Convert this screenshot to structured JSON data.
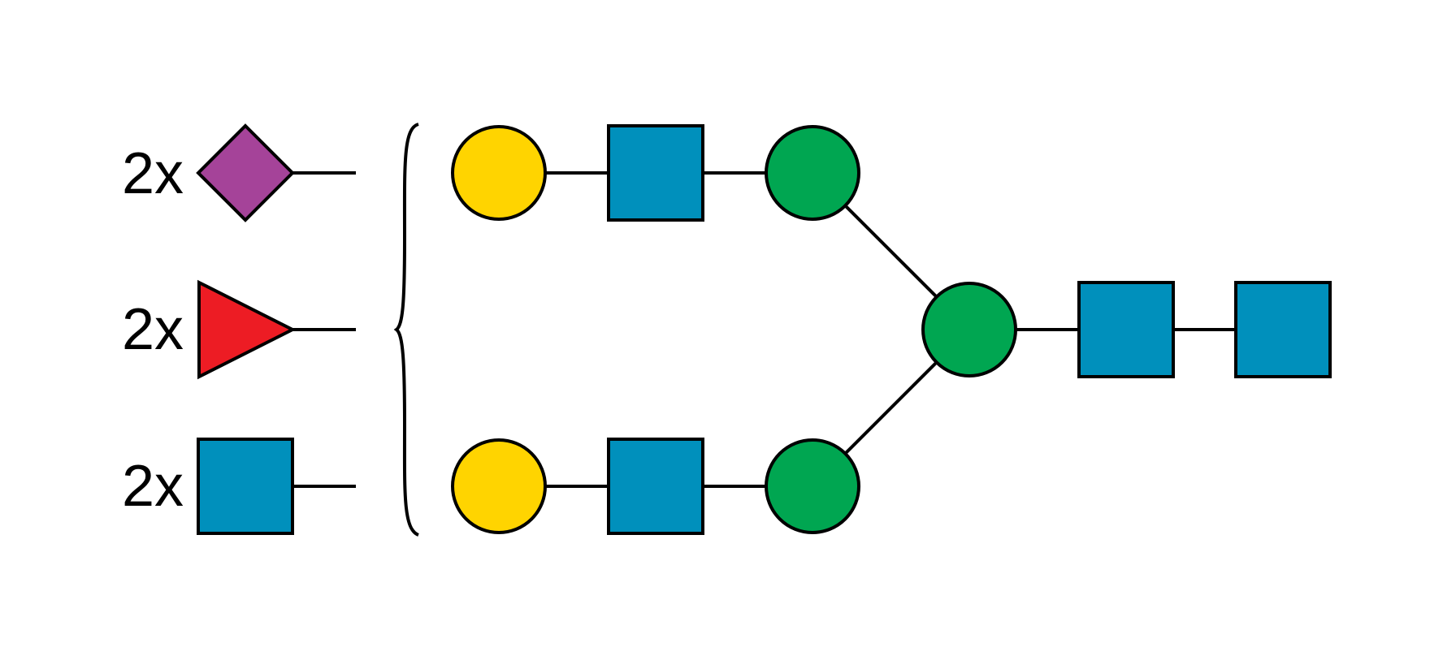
{
  "colors": {
    "galactose": "#FFD400",
    "glcnac": "#0090BC",
    "mannose": "#00A651",
    "neuac": "#A54399",
    "fucose": "#ED1C24",
    "stroke": "#000000",
    "background": "#FFFFFF"
  },
  "legend": [
    {
      "count": "2x",
      "shape": "diamond",
      "icon": "neuac-diamond-icon",
      "color_key": "neuac"
    },
    {
      "count": "2x",
      "shape": "triangle",
      "icon": "fucose-triangle-icon",
      "color_key": "fucose"
    },
    {
      "count": "2x",
      "shape": "square",
      "icon": "glcnac-square-icon",
      "color_key": "glcnac"
    }
  ],
  "residues": [
    {
      "id": "gal-top",
      "shape": "circle",
      "color_key": "galactose"
    },
    {
      "id": "glcnac-top",
      "shape": "square",
      "color_key": "glcnac"
    },
    {
      "id": "man-top",
      "shape": "circle",
      "color_key": "mannose"
    },
    {
      "id": "man-core",
      "shape": "circle",
      "color_key": "mannose"
    },
    {
      "id": "glcnac-core-1",
      "shape": "square",
      "color_key": "glcnac"
    },
    {
      "id": "glcnac-core-2",
      "shape": "square",
      "color_key": "glcnac"
    },
    {
      "id": "gal-bottom",
      "shape": "circle",
      "color_key": "galactose"
    },
    {
      "id": "glcnac-bottom",
      "shape": "square",
      "color_key": "glcnac"
    },
    {
      "id": "man-bottom",
      "shape": "circle",
      "color_key": "mannose"
    }
  ],
  "linkages": [
    [
      "gal-top",
      "glcnac-top"
    ],
    [
      "glcnac-top",
      "man-top"
    ],
    [
      "man-top",
      "man-core"
    ],
    [
      "man-core",
      "glcnac-core-1"
    ],
    [
      "glcnac-core-1",
      "glcnac-core-2"
    ],
    [
      "gal-bottom",
      "glcnac-bottom"
    ],
    [
      "glcnac-bottom",
      "man-bottom"
    ],
    [
      "man-bottom",
      "man-core"
    ]
  ]
}
